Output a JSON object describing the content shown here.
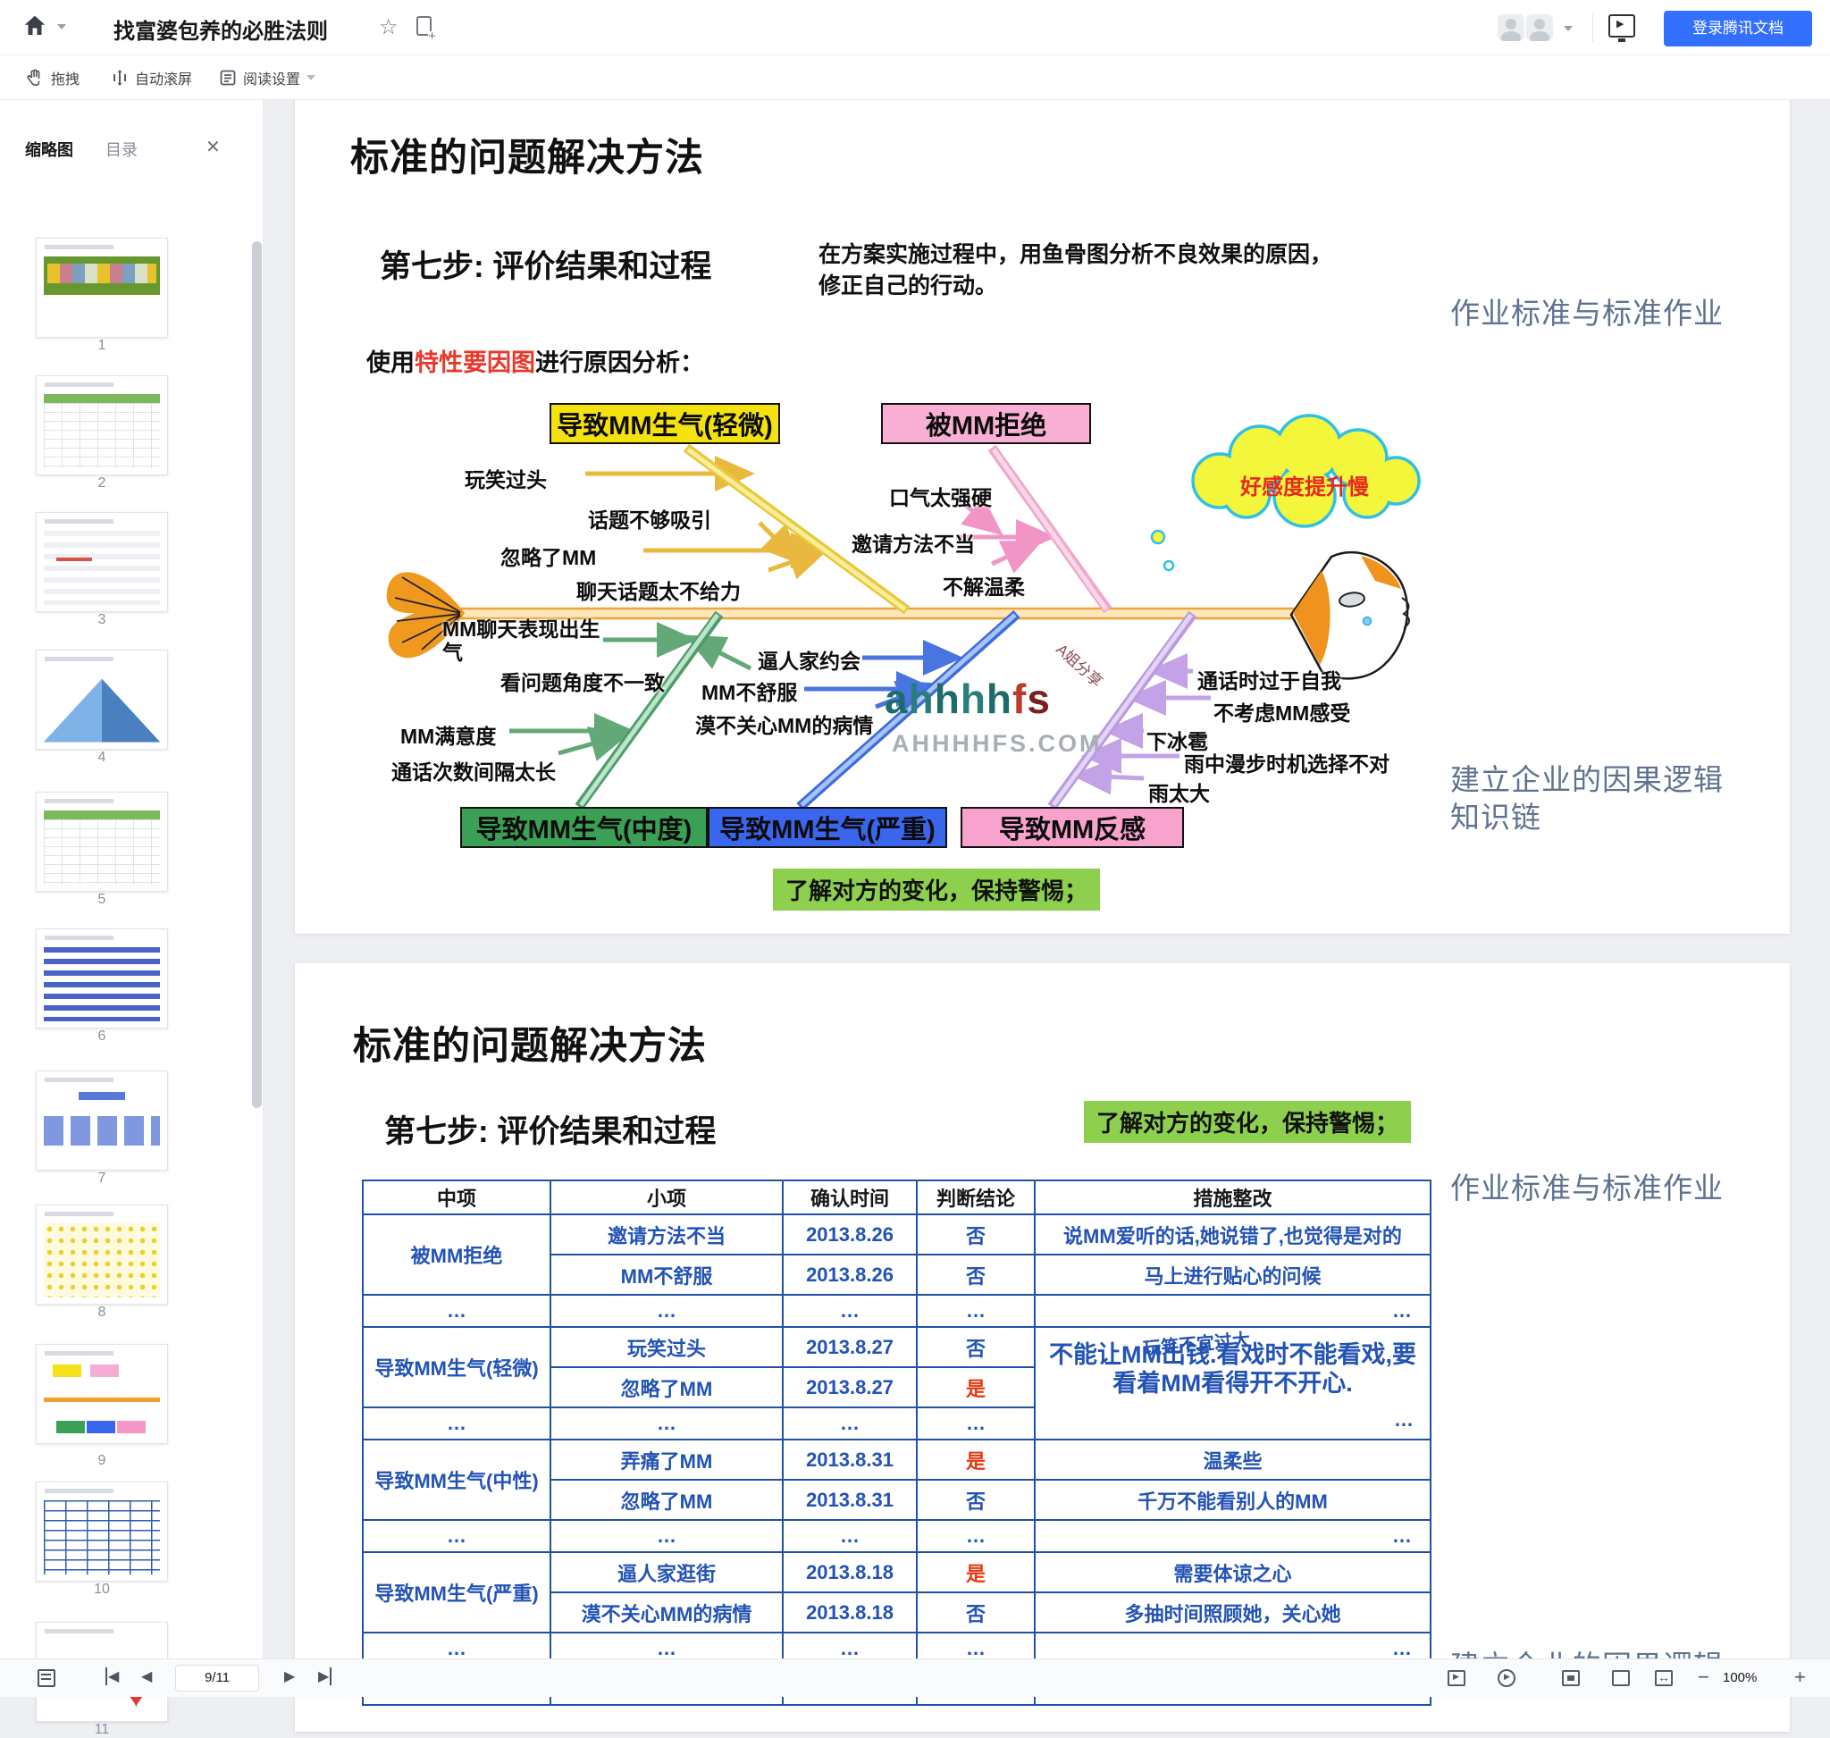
{
  "header": {
    "title": "找富婆包养的必胜法则",
    "login_button": "登录腾讯文档"
  },
  "toolbar": {
    "drag": "拖拽",
    "autoscroll": "自动滚屏",
    "reading_settings": "阅读设置"
  },
  "sidebar": {
    "tab_thumbnails": "缩略图",
    "tab_outline": "目录",
    "current_page": 9,
    "pages": [
      {
        "num": "1",
        "style": "a-banner"
      },
      {
        "num": "2",
        "style": "a-table"
      },
      {
        "num": "3",
        "style": "a-text2"
      },
      {
        "num": "4",
        "style": "a-pyramid"
      },
      {
        "num": "5",
        "style": "a-table"
      },
      {
        "num": "6",
        "style": "a-pills"
      },
      {
        "num": "7",
        "style": "a-org"
      },
      {
        "num": "8",
        "style": "a-matrix"
      },
      {
        "num": "9",
        "style": "a-fish"
      },
      {
        "num": "10",
        "style": "a-table2"
      },
      {
        "num": "11",
        "style": "a-hearts"
      }
    ]
  },
  "slide1": {
    "title": "标准的问题解决方法",
    "step": "第七步: 评价结果和过程",
    "desc_line1": "在方案实施过程中，用鱼骨图分析不良效果的原因，",
    "desc_line2": "修正自己的行动。",
    "side_note_top": "作业标准与标准作业",
    "analysis_prefix": "使用",
    "analysis_red": "特性要因图",
    "analysis_suffix": "进行原因分析：",
    "side_note_bottom_1": "建立企业的因果逻辑",
    "side_note_bottom_2": "知识链",
    "warning": "了解对方的变化，保持警惕；",
    "fishbone": {
      "cloud": "好感度提升慢",
      "top_boxes": [
        {
          "label": "导致MM生气(轻微)",
          "color": "#f4e20f"
        },
        {
          "label": "被MM拒绝",
          "color": "#f9b0d4"
        }
      ],
      "bottom_boxes": [
        {
          "label": "导致MM生气(中度)",
          "color": "#3aa055"
        },
        {
          "label": "导致MM生气(严重)",
          "color": "#3a66ee"
        },
        {
          "label": "导致MM反感",
          "color": "#f8a2ce"
        }
      ],
      "yellow_causes": [
        "玩笑过头",
        "话题不够吸引",
        "忽略了MM",
        "聊天话题太不给力"
      ],
      "pink_causes": [
        "口气太强硬",
        "邀请方法不当",
        "不解温柔"
      ],
      "green_causes": [
        "MM聊天表现出生气",
        "看问题角度不一致",
        "MM满意度",
        "通话次数间隔太长"
      ],
      "blue_causes": [
        "逼人家约会",
        "MM不舒服",
        "漠不关心MM的病情"
      ],
      "purple_causes": [
        "通话时过于自我",
        "不考虑MM感受",
        "下冰雹",
        "雨中漫步时机选择不对",
        "雨太大"
      ],
      "watermark_main": "ahhhhfs",
      "watermark_sub": "AHHHHFS.COM",
      "watermark_tag": "A姐分享"
    }
  },
  "slide2": {
    "title": "标准的问题解决方法",
    "step": "第七步: 评价结果和过程",
    "warning": "了解对方的变化，保持警惕；",
    "side_note_top": "作业标准与标准作业",
    "side_note_bottom": "建立企业的因果逻辑",
    "table": {
      "headers": [
        "中项",
        "小项",
        "确认时间",
        "判断结论",
        "措施整改"
      ],
      "overlay_small": "玩笑不宜过大",
      "overlay_big": "不能让MM出钱.看戏时不能看戏,要看着MM看得开不开心.",
      "rows": [
        [
          {
            "t": "被MM拒绝",
            "rs": 2
          },
          {
            "t": "邀请方法不当"
          },
          {
            "t": "2013.8.26"
          },
          {
            "t": "否"
          },
          {
            "t": "说MM爱听的话,她说错了,也觉得是对的"
          }
        ],
        [
          {
            "t": "MM不舒服"
          },
          {
            "t": "2013.8.26"
          },
          {
            "t": "否"
          },
          {
            "t": "马上进行贴心的问候"
          }
        ],
        [
          {
            "t": "…"
          },
          {
            "t": "…"
          },
          {
            "t": "…"
          },
          {
            "t": "…"
          },
          {
            "t": "…",
            "right": true
          }
        ],
        [
          {
            "t": "导致MM生气(轻微)",
            "rs": 2
          },
          {
            "t": "玩笑过头"
          },
          {
            "t": "2013.8.27"
          },
          {
            "t": "否"
          },
          {
            "t": "",
            "rs": 3,
            "overlay": true
          }
        ],
        [
          {
            "t": "忽略了MM"
          },
          {
            "t": "2013.8.27"
          },
          {
            "t": "是",
            "red": true
          }
        ],
        [
          {
            "t": "…"
          },
          {
            "t": "…"
          },
          {
            "t": "…"
          },
          {
            "t": "…"
          }
        ],
        [
          {
            "t": "导致MM生气(中性)",
            "rs": 2
          },
          {
            "t": "弄痛了MM"
          },
          {
            "t": "2013.8.31"
          },
          {
            "t": "是",
            "red": true
          },
          {
            "t": "温柔些"
          }
        ],
        [
          {
            "t": "忽略了MM"
          },
          {
            "t": "2013.8.31"
          },
          {
            "t": "否"
          },
          {
            "t": "千万不能看别人的MM"
          }
        ],
        [
          {
            "t": "…"
          },
          {
            "t": "…"
          },
          {
            "t": "…"
          },
          {
            "t": "…"
          },
          {
            "t": "…",
            "right": true
          }
        ],
        [
          {
            "t": "导致MM生气(严重)",
            "rs": 2
          },
          {
            "t": "逼人家逛街"
          },
          {
            "t": "2013.8.18"
          },
          {
            "t": "是",
            "red": true
          },
          {
            "t": "需要体谅之心"
          }
        ],
        [
          {
            "t": "漠不关心MM的病情"
          },
          {
            "t": "2013.8.18"
          },
          {
            "t": "否"
          },
          {
            "t": "多抽时间照顾她，关心她"
          }
        ],
        [
          {
            "t": "…"
          },
          {
            "t": "…"
          },
          {
            "t": "…"
          },
          {
            "t": "…"
          },
          {
            "t": "…",
            "right": true
          }
        ],
        [
          {
            "t": ""
          },
          {
            "t": ""
          },
          {
            "t": ""
          },
          {
            "t": ""
          },
          {
            "t": ""
          }
        ]
      ]
    }
  },
  "footer": {
    "page_indicator": "9/11",
    "zoom_level": "100%"
  },
  "colors": {
    "brand_blue": "#3370ff",
    "table_border": "#2050a8",
    "table_text": "#2353b5",
    "verdict_red": "#e8380d",
    "warning_green": "#8ecf4e",
    "note_slate": "#5f7391",
    "spine_orange": "#eca438"
  }
}
